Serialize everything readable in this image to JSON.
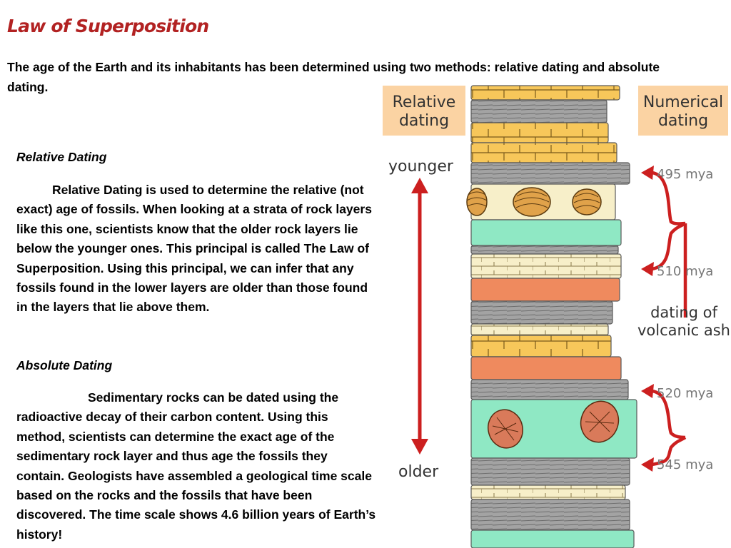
{
  "title": "Law of Superposition",
  "intro": "The age of the Earth and its inhabitants has been determined using two methods: relative dating and absolute dating.",
  "relative": {
    "heading": "Relative Dating",
    "text": "Relative Dating is used to determine the relative (not exact) age of fossils.  When looking at a strata of rock layers like this one, scientists know that the older rock layers lie below the younger ones.  This principal is called The Law of Superposition. Using this principal, we can infer that any fossils found in the lower layers are older than those found in the layers that lie above them."
  },
  "absolute": {
    "heading": "Absolute Dating",
    "text": "Sedimentary rocks can be dated using the radioactive decay of their carbon content. Using this method, scientists can determine the exact age of the sedimentary rock layer and thus age the fossils they contain.  Geologists have assembled a geological time scale based on the rocks and the fossils that have been discovered. The time scale shows 4.6 billion years of Earth’s history!"
  },
  "figure": {
    "relative_box": [
      "Relative",
      "dating"
    ],
    "numerical_box": [
      "Numerical",
      "dating"
    ],
    "younger": "younger",
    "older": "older",
    "ages": [
      "495 mya",
      "510 mya",
      "520 mya",
      "545 mya"
    ],
    "volcanic": [
      "dating of",
      "volcanic ash"
    ],
    "colors": {
      "label_box": "#fbd3a3",
      "arrow": "#cc1f1f",
      "sandstone": "#f7c75a",
      "volcanic_ash": "#8fe8c4",
      "shale": "#9a9a9a",
      "red_layer": "#ef8a5e",
      "limestone": "#f7efc9"
    }
  }
}
